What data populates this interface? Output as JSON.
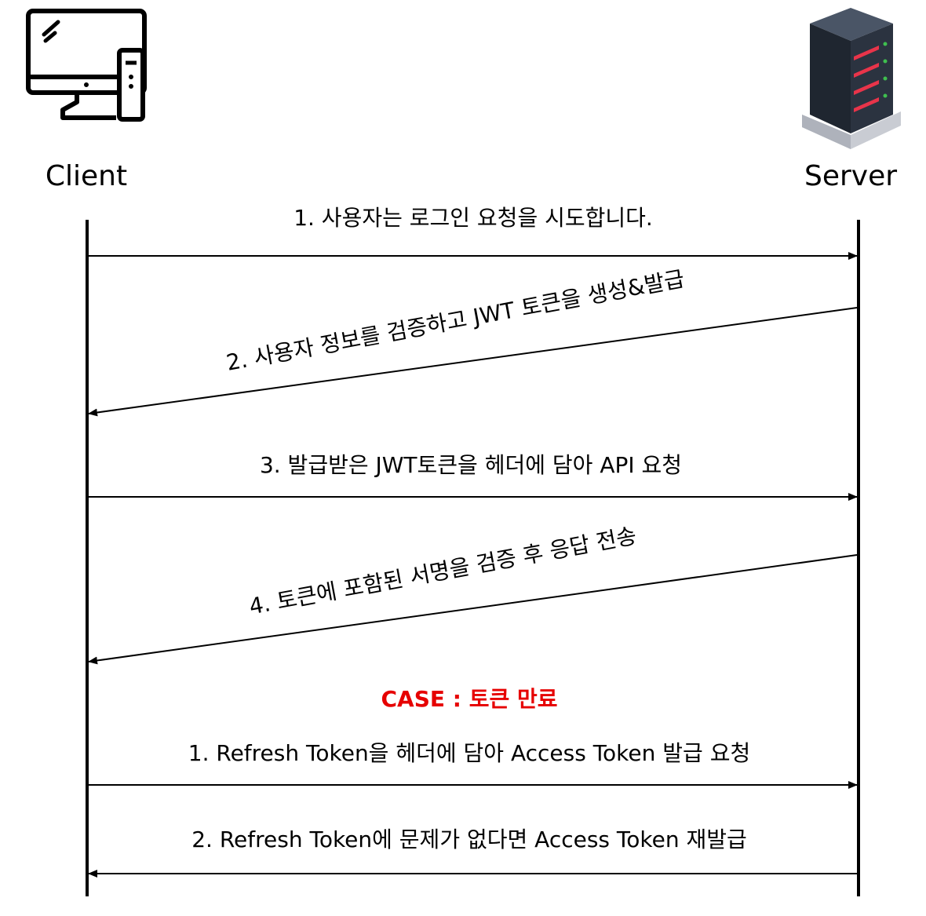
{
  "actors": {
    "client": {
      "label": "Client",
      "icon": "desktop-computer-icon"
    },
    "server": {
      "label": "Server",
      "icon": "server-rack-icon"
    }
  },
  "messages": [
    {
      "id": "m1",
      "text": "1. 사용자는 로그인 요청을 시도합니다.",
      "from": "client",
      "to": "server"
    },
    {
      "id": "m2",
      "text": "2. 사용자 정보를 검증하고 JWT 토큰을 생성&발급",
      "from": "server",
      "to": "client"
    },
    {
      "id": "m3",
      "text": "3. 발급받은 JWT토큰을 헤더에 담아 API 요청",
      "from": "client",
      "to": "server"
    },
    {
      "id": "m4",
      "text": "4. 토큰에 포함된 서명을 검증 후 응답 전송",
      "from": "server",
      "to": "client"
    },
    {
      "id": "m5",
      "text": "1. Refresh Token을 헤더에 담아 Access Token 발급 요청",
      "from": "client",
      "to": "server"
    },
    {
      "id": "m6",
      "text": "2. Refresh Token에 문제가 없다면 Access Token 재발급",
      "from": "server",
      "to": "client"
    }
  ],
  "case_label": {
    "text": "CASE : 토큰 만료",
    "color": "#e60000"
  },
  "colors": {
    "line": "#000000",
    "server_body": "#2b3340",
    "server_led_red": "#e8344a",
    "server_led_green": "#3fbf4f"
  }
}
